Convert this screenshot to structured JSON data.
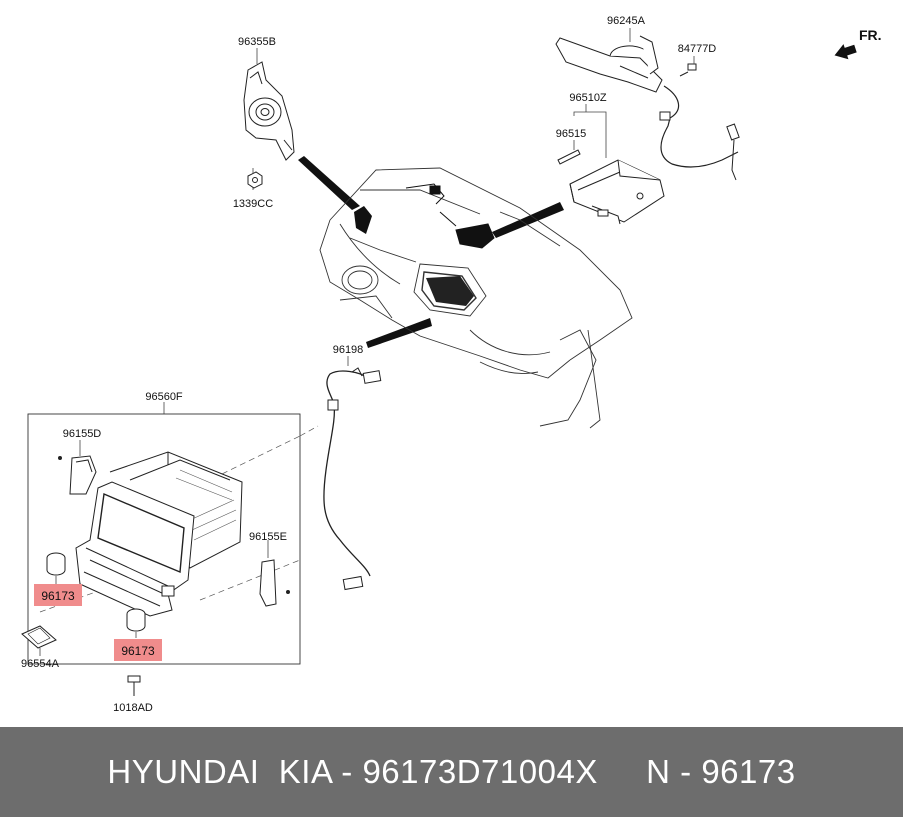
{
  "diagram": {
    "direction_label": "FR.",
    "parts": {
      "p96355B": "96355B",
      "p1339CC": "1339CC",
      "p96245A": "96245A",
      "p84777D": "84777D",
      "p96510Z": "96510Z",
      "p96515": "96515",
      "p96198": "96198",
      "p96560F": "96560F",
      "p96155D": "96155D",
      "p96155E": "96155E",
      "p96173_left": "96173",
      "p96173_right": "96173",
      "p96554A": "96554A",
      "p1018AD": "1018AD"
    },
    "highlight_color": "#f08c8c"
  },
  "footer": {
    "text": "HYUNDAI  KIA - 96173D71004X     N - 96173"
  }
}
